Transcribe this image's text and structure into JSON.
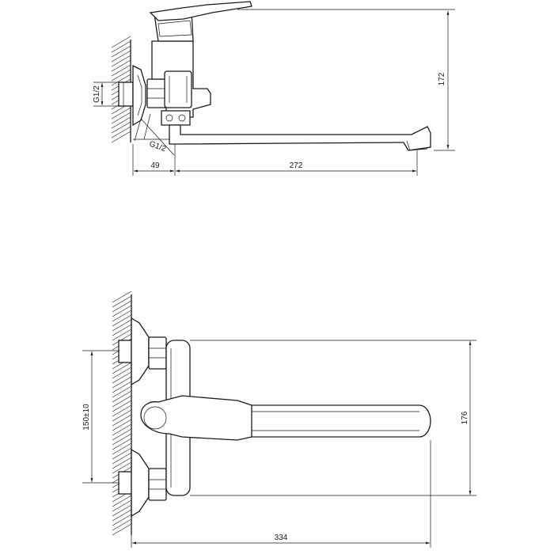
{
  "side_view": {
    "dims": {
      "height": "172",
      "wall_offset": "49",
      "spout_reach": "272",
      "thread_inlet": "G1/2",
      "thread_outlet": "G1/2"
    }
  },
  "front_view": {
    "dims": {
      "center_distance": "150±10",
      "height": "176",
      "total_width": "334"
    }
  }
}
